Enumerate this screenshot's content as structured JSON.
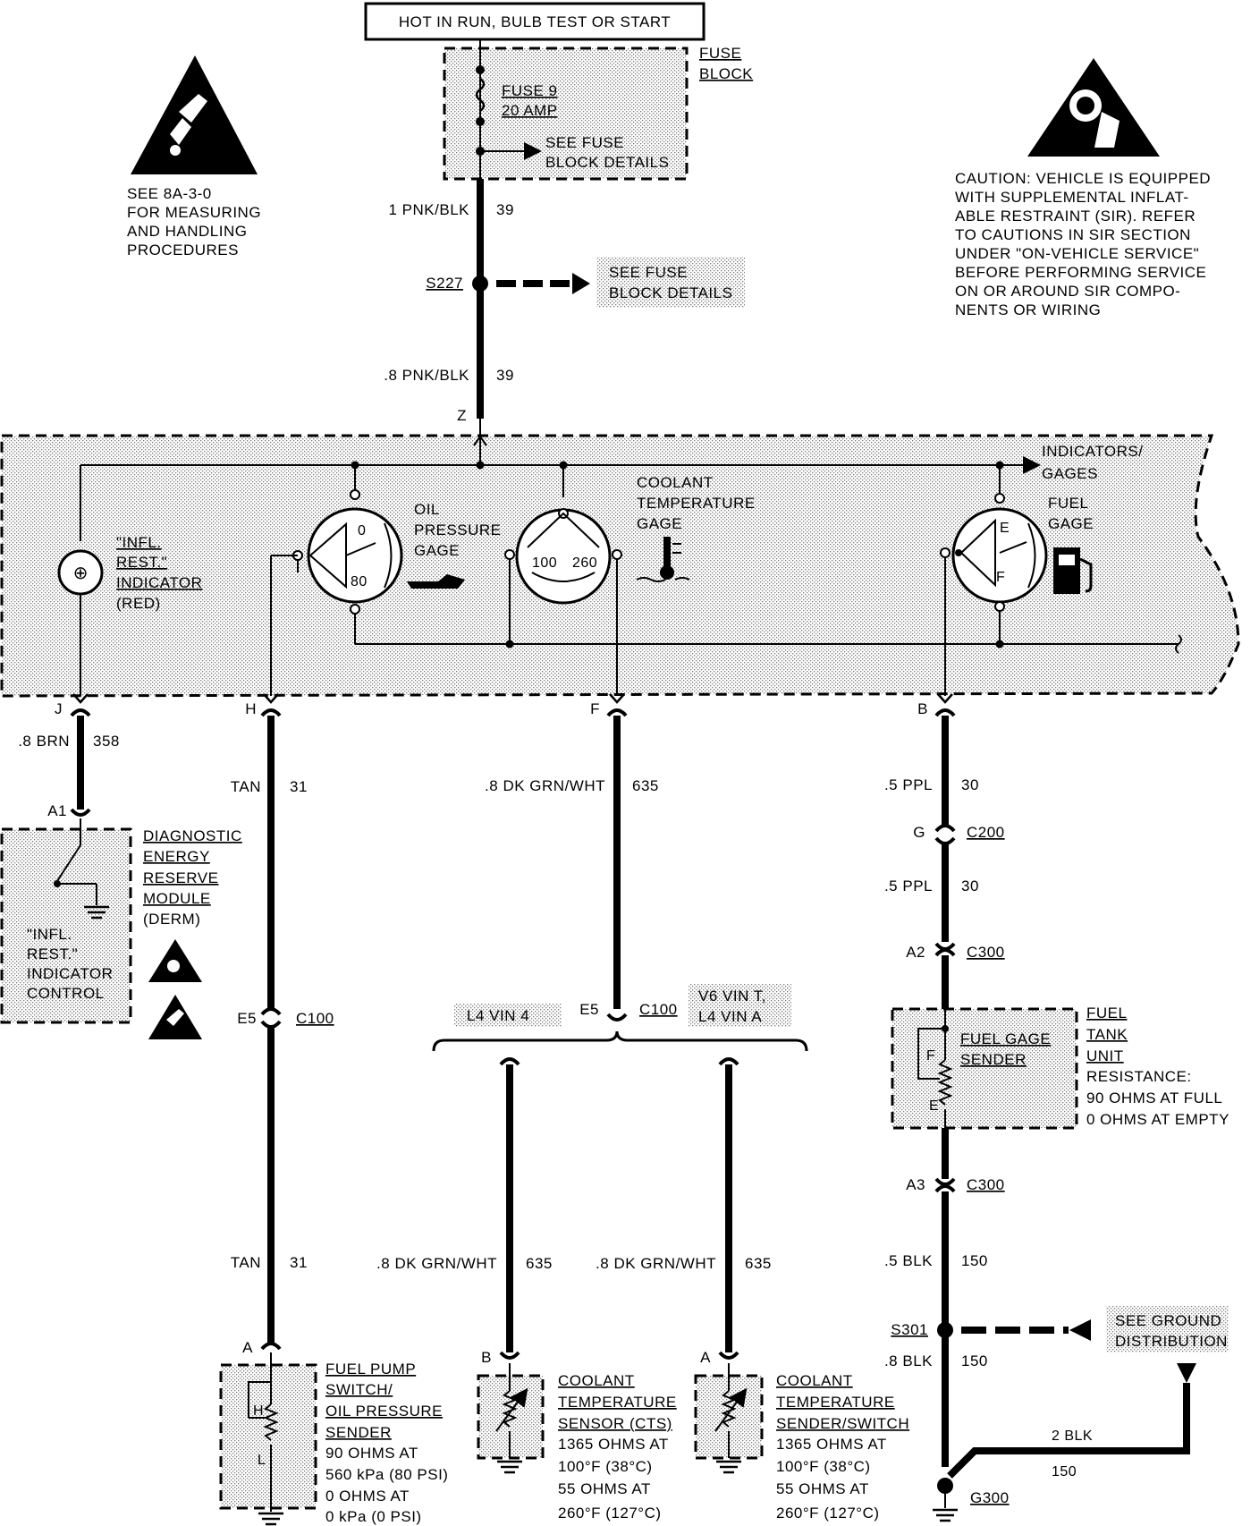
{
  "header": {
    "power_label": "HOT IN RUN, BULB TEST OR START",
    "fuse_block_label": [
      "FUSE",
      "BLOCK"
    ],
    "fuse_name": "FUSE 9",
    "fuse_rating": "20 AMP",
    "fuse_details": [
      "SEE FUSE",
      "BLOCK DETAILS"
    ]
  },
  "esd_note": [
    "SEE 8A-3-0",
    "FOR MEASURING",
    "AND HANDLING",
    "PROCEDURES"
  ],
  "caution_note": [
    "CAUTION: VEHICLE IS EQUIPPED",
    "WITH SUPPLEMENTAL INFLAT-",
    "ABLE RESTRAINT (SIR). REFER",
    "TO CAUTIONS IN SIR SECTION",
    "UNDER \"ON-VEHICLE SERVICE\"",
    "BEFORE PERFORMING SERVICE",
    "ON OR AROUND SIR COMPO-",
    "NENTS OR WIRING"
  ],
  "feed": {
    "wire1": "1 PNK/BLK",
    "circuit1": "39",
    "splice": "S227",
    "splice_details": [
      "SEE FUSE",
      "BLOCK DETAILS"
    ],
    "wire2": ".8 PNK/BLK",
    "circuit2": "39",
    "pin": "Z"
  },
  "cluster": {
    "indicators_label": [
      "INDICATORS/",
      "GAGES"
    ],
    "infl_indicator": [
      "\"INFL.",
      "REST.\"",
      "INDICATOR"
    ],
    "infl_color": "(RED)",
    "oil_gage": [
      "OIL",
      "PRESSURE",
      "GAGE"
    ],
    "oil_scale": [
      "0",
      "80"
    ],
    "coolant_gage": [
      "COOLANT",
      "TEMPERATURE",
      "GAGE"
    ],
    "coolant_scale": [
      "100",
      "260"
    ],
    "fuel_gage": [
      "FUEL",
      "GAGE"
    ],
    "fuel_scale": [
      "E",
      "F"
    ]
  },
  "circuit_j": {
    "pin": "J",
    "wire": ".8 BRN",
    "circuit": "358",
    "conn": "A1",
    "derm": [
      "DIAGNOSTIC",
      "ENERGY",
      "RESERVE",
      "MODULE"
    ],
    "derm_abbr": "(DERM)",
    "derm_inner": [
      "\"INFL.",
      "REST.\"",
      "INDICATOR",
      "CONTROL"
    ]
  },
  "circuit_h": {
    "pin": "H",
    "wire": "TAN",
    "circuit": "31",
    "conn_pin": "E5",
    "conn": "C100",
    "wire_b": "TAN",
    "circuit_b": "31",
    "end_pin": "A",
    "sender_title": [
      "FUEL PUMP",
      "SWITCH/",
      "OIL PRESSURE",
      "SENDER"
    ],
    "sender_spec": [
      "90 OHMS AT",
      "560 kPa (80 PSI)",
      "0 OHMS AT",
      "0 kPa (0 PSI)"
    ],
    "sender_letters": [
      "H",
      "L"
    ]
  },
  "circuit_f": {
    "pin": "F",
    "wire": ".8 DK GRN/WHT",
    "circuit": "635",
    "conn_pin": "E5",
    "conn": "C100",
    "option_left": "L4 VIN 4",
    "option_right": [
      "V6 VIN T,",
      "L4 VIN A"
    ],
    "left_wire": ".8 DK GRN/WHT",
    "left_circuit": "635",
    "left_pin": "B",
    "right_wire": ".8 DK GRN/WHT",
    "right_circuit": "635",
    "right_pin": "A",
    "cts_title": [
      "COOLANT",
      "TEMPERATURE",
      "SENSOR (CTS)"
    ],
    "cts_spec": [
      "1365 OHMS AT",
      "100°F (38°C)",
      "55 OHMS AT",
      "260°F (127°C)"
    ],
    "switch_title": [
      "COOLANT",
      "TEMPERATURE",
      "SENDER/SWITCH"
    ],
    "switch_spec": [
      "1365 OHMS AT",
      "100°F (38°C)",
      "55 OHMS AT",
      "260°F (127°C)"
    ]
  },
  "circuit_b": {
    "pin": "B",
    "wire1": ".5 PPL",
    "circuit1": "30",
    "conn1_pin": "G",
    "conn1": "C200",
    "wire2": ".5 PPL",
    "circuit2": "30",
    "conn2_pin": "A2",
    "conn2": "C300",
    "sender_label": [
      "FUEL GAGE",
      "SENDER"
    ],
    "sender_letters": [
      "F",
      "E"
    ],
    "tank_unit": [
      "FUEL",
      "TANK",
      "UNIT"
    ],
    "resistance": [
      "RESISTANCE:",
      "90 OHMS AT FULL",
      "0 OHMS AT EMPTY"
    ],
    "conn3_pin": "A3",
    "conn3": "C300",
    "wire3": ".5 BLK",
    "circuit3": "150",
    "splice": "S301",
    "ground_dist": [
      "SEE GROUND",
      "DISTRIBUTION"
    ],
    "wire4": ".8 BLK",
    "circuit4": "150",
    "wire5": "2 BLK",
    "circuit5": "150",
    "ground": "G300"
  }
}
